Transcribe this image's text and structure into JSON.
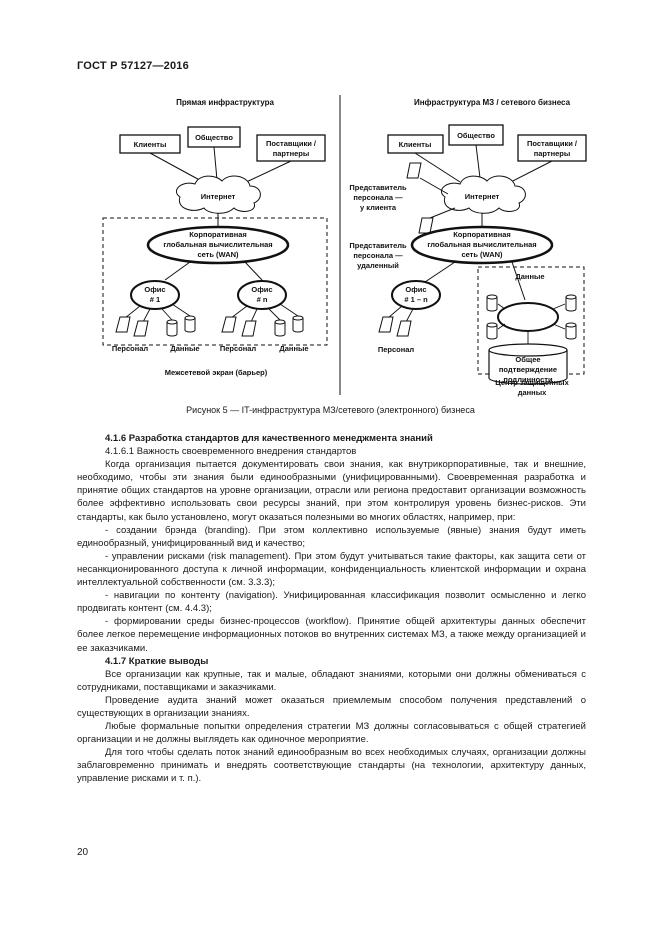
{
  "header": "ГОСТ Р 57127—2016",
  "figure": {
    "left_title": "Прямая инфраструктура",
    "right_title": "Инфраструктура МЗ / сетевого бизнеса",
    "clients": "Клиенты",
    "society": "Общество",
    "suppliers": [
      "Поставщики /",
      "партнеры"
    ],
    "internet": "Интернет",
    "wan": [
      "Корпоративная",
      "глобальная вычислительная",
      "сеть (WAN)"
    ],
    "office1": [
      "Офис",
      "# 1"
    ],
    "officeN": [
      "Офис",
      "# n"
    ],
    "office1n": [
      "Офис",
      "# 1 – n"
    ],
    "personnel": "Персонал",
    "data": "Данные",
    "firewall": "Межсетевой экран (барьер)",
    "rep_client": [
      "Представитель",
      "персонала —",
      "у клиента"
    ],
    "rep_remote": [
      "Представитель",
      "персонала —",
      "удаленный"
    ],
    "common_auth": [
      "Общее",
      "подтверждение",
      "подлинности"
    ],
    "secure_center": [
      "Центр защищенных",
      "данных"
    ]
  },
  "caption": "Рисунок 5 — IT-инфраструктура МЗ/сетевого (электронного) бизнеса",
  "paragraphs": [
    {
      "cls": "h",
      "text": "4.1.6 Разработка стандартов для качественного менеджмента знаний"
    },
    {
      "cls": "ind",
      "text": "4.1.6.1 Важность своевременного внедрения стандартов"
    },
    {
      "cls": "ind",
      "text": "Когда организация пытается документировать свои знания, как внутрикорпоративные, так и внешние, необходимо, чтобы эти знания были единообразными (унифицированными). Своевременная разработка и принятие общих стандартов на уровне организации, отрасли или региона предоставит организации возможность более эффективно использовать свои ресурсы знаний, при этом контролируя уровень бизнес-рисков. Эти стандарты, как было установлено, могут оказаться полезными во многих областях, например, при:"
    },
    {
      "cls": "ind",
      "text": "- создании брэнда (branding). При этом коллективно используемые (явные) знания будут иметь единообразный, унифицированный вид и качество;"
    },
    {
      "cls": "ind",
      "text": "- управлении рисками (risk management). При этом будут учитываться такие факторы, как защита сети от несанкционированного доступа к личной информации, конфиденциальность клиентской информации и охрана интеллектуальной собственности (см. 3.3.3);"
    },
    {
      "cls": "ind",
      "text": "- навигации по контенту (navigation). Унифицированная классификация позволит осмысленно и легко продвигать контент (см. 4.4.3);"
    },
    {
      "cls": "ind",
      "text": "- формировании среды бизнес-процессов (workflow). Принятие общей архитектуры данных обеспечит более легкое перемещение информационных потоков во внутренних системах МЗ, а также между организацией и ее заказчиками."
    },
    {
      "cls": "h",
      "text": "4.1.7 Краткие выводы"
    },
    {
      "cls": "ind",
      "text": "Все организации как крупные, так и малые, обладают знаниями, которыми они должны обмениваться с сотрудниками, поставщиками и заказчиками."
    },
    {
      "cls": "ind",
      "text": "Проведение аудита знаний может оказаться приемлемым способом получения представлений о существующих в организации знаниях."
    },
    {
      "cls": "ind",
      "text": "Любые формальные попытки определения стратегии МЗ должны согласовываться с общей стратегией организации и не должны выглядеть как одиночное мероприятие."
    },
    {
      "cls": "ind",
      "text": "Для того чтобы сделать поток знаний единообразным во всех необходимых случаях, организации должны заблаговременно принимать и внедрять соответствующие стандарты (на технологии, архитектуру данных, управление рисками и т. п.)."
    }
  ],
  "page_number": "20"
}
